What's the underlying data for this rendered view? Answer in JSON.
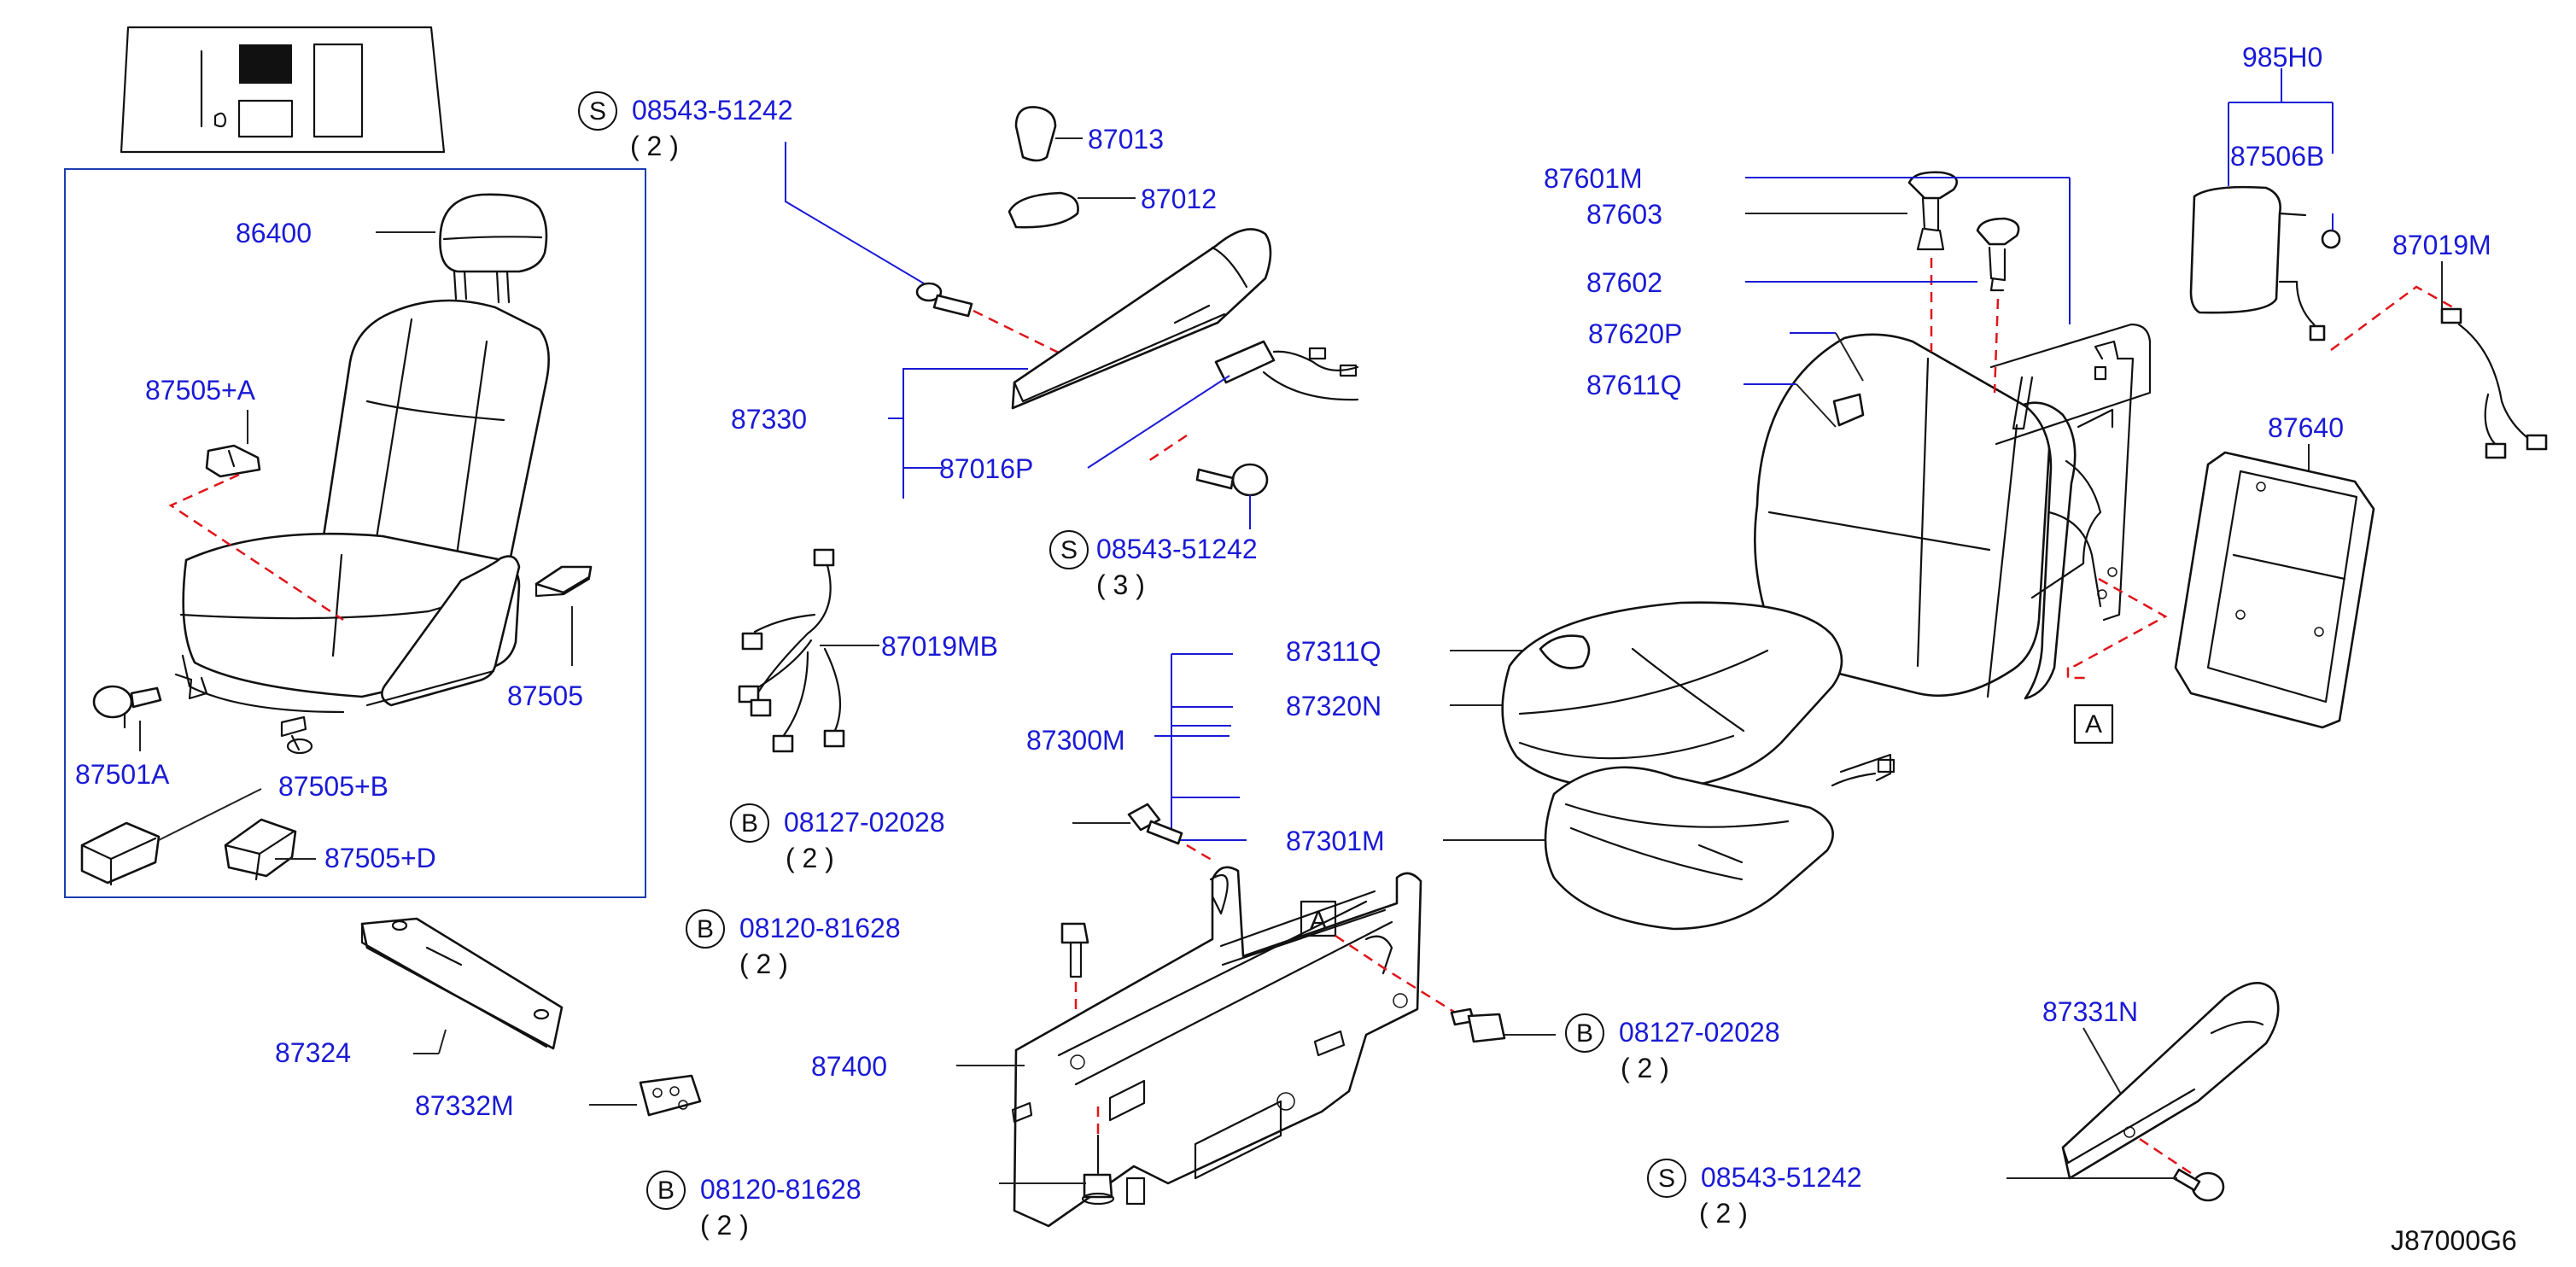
{
  "labels": {
    "p86400": "86400",
    "p87505A": "87505+A",
    "p87505": "87505",
    "p87501A": "87501A",
    "p87505B": "87505+B",
    "p87505D": "87505+D",
    "p87324": "87324",
    "p87332M": "87332M",
    "p87013": "87013",
    "p87012": "87012",
    "p87330": "87330",
    "p87016P": "87016P",
    "p87019MB": "87019MB",
    "p87300M": "87300M",
    "p87311Q": "87311Q",
    "p87320N": "87320N",
    "p87301M": "87301M",
    "p87400": "87400",
    "p87601M": "87601M",
    "p87603": "87603",
    "p87602": "87602",
    "p87620P": "87620P",
    "p87611Q": "87611Q",
    "p985H0": "985H0",
    "p87506B": "87506B",
    "p87019M": "87019M",
    "p87640": "87640",
    "p87331N": "87331N"
  },
  "fasteners": [
    {
      "prefix": "S",
      "part": "08543-51242",
      "qty": "( 2 )"
    },
    {
      "prefix": "S",
      "part": "08543-51242",
      "qty": "( 3 )"
    },
    {
      "prefix": "B",
      "part": "08127-02028",
      "qty": "( 2 )"
    },
    {
      "prefix": "B",
      "part": "08120-81628",
      "qty": "( 2 )"
    },
    {
      "prefix": "B",
      "part": "08127-02028",
      "qty": "( 2 )"
    },
    {
      "prefix": "B",
      "part": "08120-81628",
      "qty": "( 2 )"
    },
    {
      "prefix": "S",
      "part": "08543-51242",
      "qty": "( 2 )"
    }
  ],
  "ref_markers": {
    "a1": "A",
    "a2": "A"
  },
  "diagram_code": "J87000G6",
  "colors": {
    "label": "#1a1ad6",
    "guide_dash": "#e0151a",
    "line": "#111111",
    "box": "#1a3fb0"
  }
}
